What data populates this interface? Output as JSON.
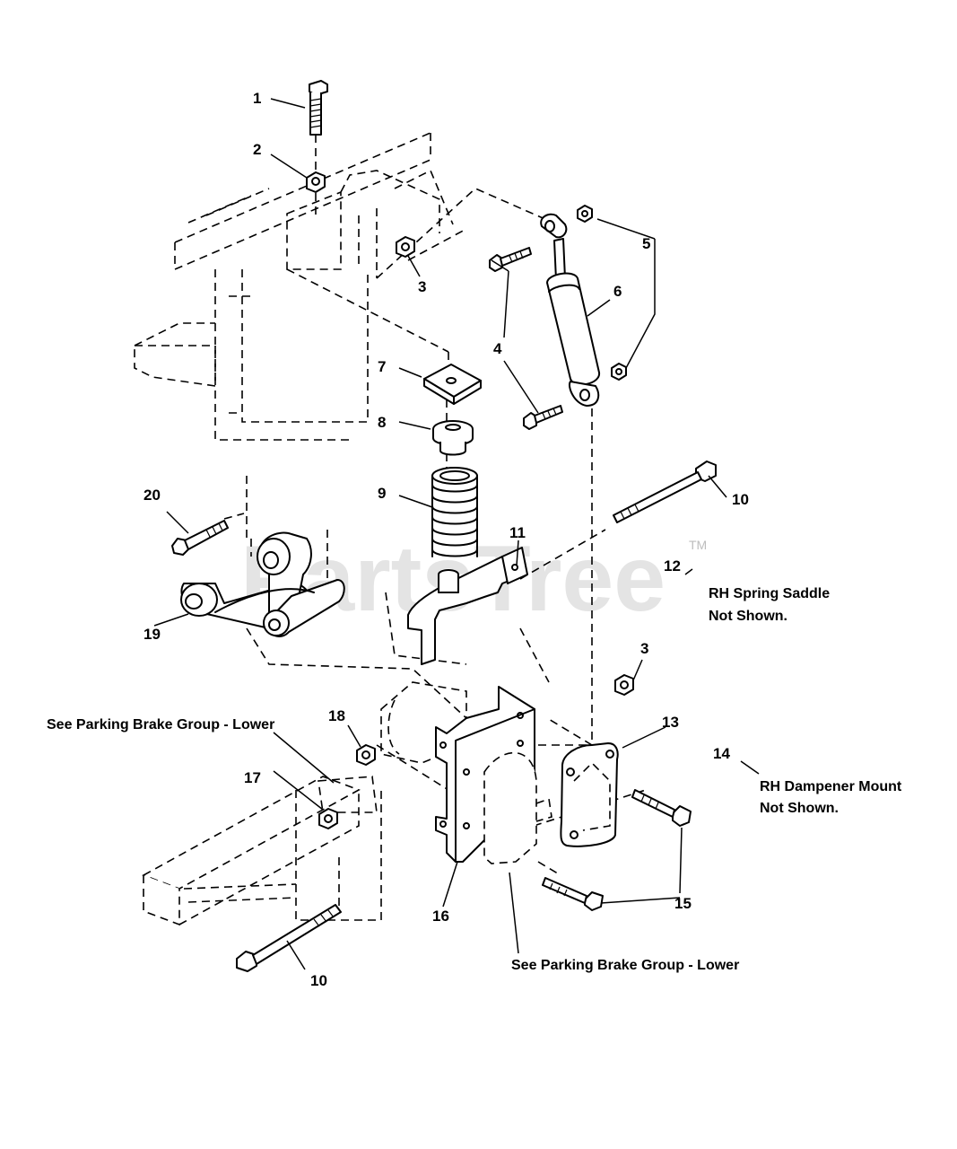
{
  "watermark": {
    "text": "PartsTree",
    "tm": "TM"
  },
  "callouts": {
    "c1": "1",
    "c2": "2",
    "c3a": "3",
    "c3b": "3",
    "c4": "4",
    "c5": "5",
    "c6": "6",
    "c7": "7",
    "c8": "8",
    "c9": "9",
    "c10a": "10",
    "c10b": "10",
    "c11": "11",
    "c12": "12",
    "c13": "13",
    "c14": "14",
    "c15": "15",
    "c16": "16",
    "c17": "17",
    "c18": "18",
    "c19": "19",
    "c20": "20"
  },
  "notes": {
    "rh_spring_saddle_1": "RH Spring Saddle",
    "rh_spring_saddle_2": "Not Shown.",
    "rh_dampener_1": "RH Dampener Mount",
    "rh_dampener_2": "Not Shown.",
    "parking_brake_upper": "See Parking Brake Group - Lower",
    "parking_brake_lower": "See Parking Brake Group - Lower"
  }
}
